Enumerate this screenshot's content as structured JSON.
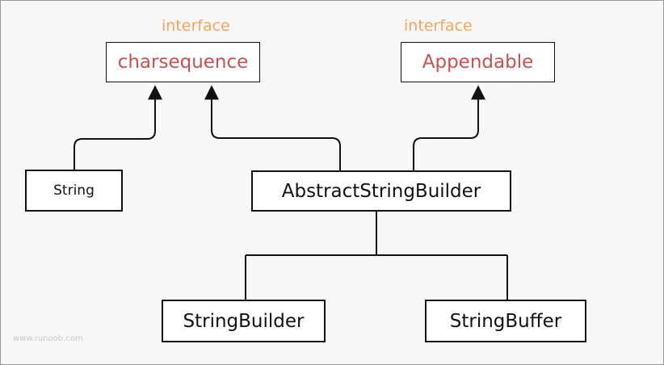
{
  "diagram": {
    "nodes": {
      "charsequence": {
        "label": "charsequence",
        "stereotype": "interface"
      },
      "appendable": {
        "label": "Appendable",
        "stereotype": "interface"
      },
      "string": {
        "label": "String"
      },
      "abstract_string_builder": {
        "label": "AbstractStringBuilder"
      },
      "string_builder": {
        "label": "StringBuilder"
      },
      "string_buffer": {
        "label": "StringBuffer"
      }
    },
    "edges": [
      {
        "from": "String",
        "to": "charsequence",
        "arrow": true
      },
      {
        "from": "AbstractStringBuilder",
        "to": "charsequence",
        "arrow": true
      },
      {
        "from": "AbstractStringBuilder",
        "to": "Appendable",
        "arrow": true
      },
      {
        "from": "StringBuilder",
        "to": "AbstractStringBuilder",
        "arrow": false
      },
      {
        "from": "StringBuffer",
        "to": "AbstractStringBuilder",
        "arrow": false
      }
    ]
  },
  "watermark": "www.runoob.com",
  "colors": {
    "interface_name": "#c9504f",
    "interface_tag": "#f6a45b",
    "line": "#111111",
    "background": "#f7f7f7"
  }
}
